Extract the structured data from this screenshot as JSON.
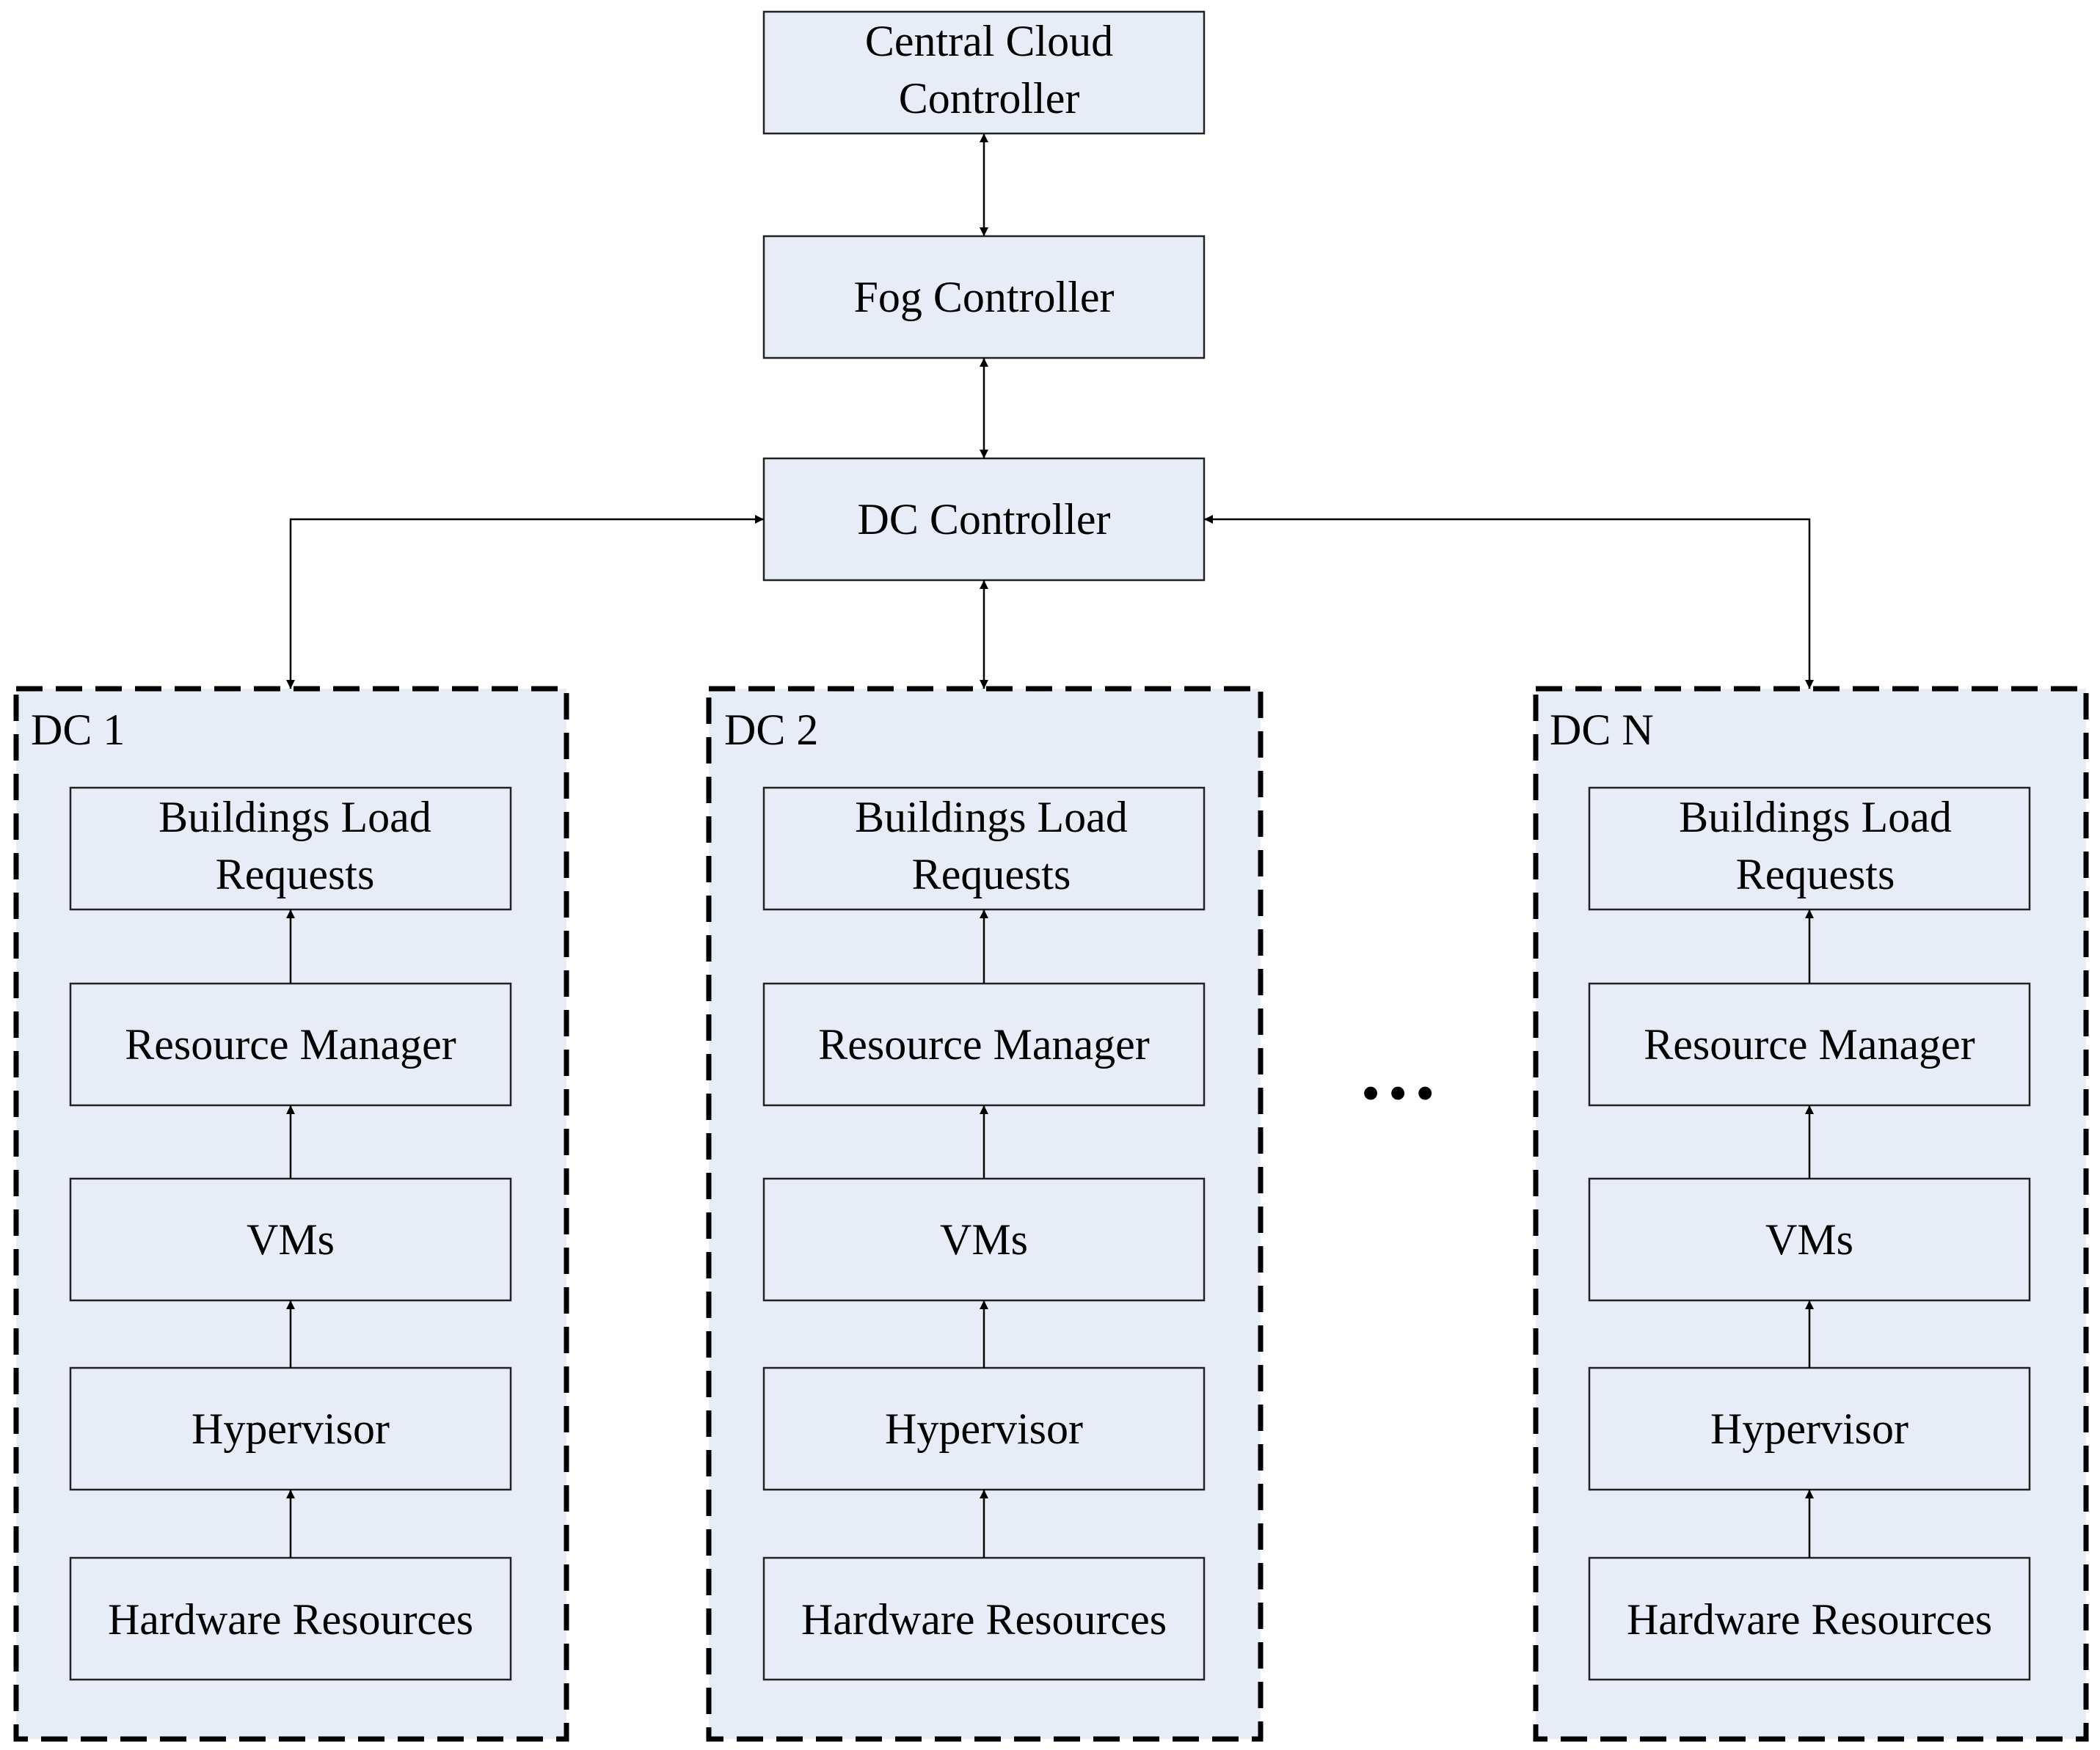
{
  "top": {
    "central_cloud": [
      "Central Cloud",
      "Controller"
    ],
    "fog": "Fog Controller",
    "dc_controller": "DC Controller"
  },
  "data_centers": [
    {
      "label": "DC 1",
      "layers": {
        "buildings": [
          "Buildings Load",
          "Requests"
        ],
        "resource_manager": "Resource Manager",
        "vms": "VMs",
        "hypervisor": "Hypervisor",
        "hardware": "Hardware Resources"
      }
    },
    {
      "label": "DC 2",
      "layers": {
        "buildings": [
          "Buildings Load",
          "Requests"
        ],
        "resource_manager": "Resource Manager",
        "vms": "VMs",
        "hypervisor": "Hypervisor",
        "hardware": "Hardware Resources"
      }
    },
    {
      "label": "DC N",
      "layers": {
        "buildings": [
          "Buildings Load",
          "Requests"
        ],
        "resource_manager": "Resource Manager",
        "vms": "VMs",
        "hypervisor": "Hypervisor",
        "hardware": "Hardware Resources"
      }
    }
  ],
  "ellipsis": "…",
  "colors": {
    "box_fill": "#e7ecf6",
    "stroke": "#000000"
  }
}
